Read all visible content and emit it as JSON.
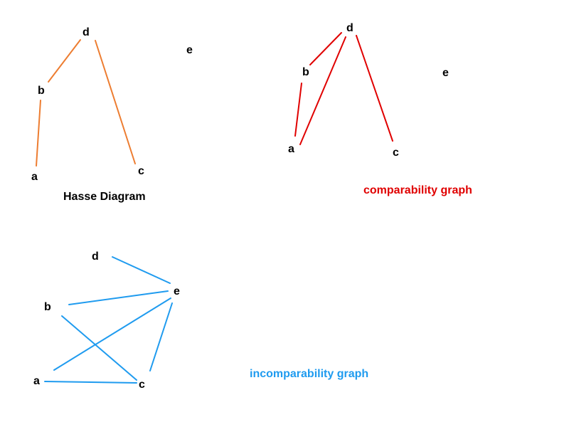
{
  "colors": {
    "hasse": "#ED7D31",
    "comparability": "#E00000",
    "incomparability": "#1F9BEF",
    "text": "#000000"
  },
  "hasse": {
    "title": "Hasse Diagram",
    "nodes": {
      "a": "a",
      "b": "b",
      "c": "c",
      "d": "d",
      "e": "e"
    },
    "edges": [
      [
        "a",
        "b"
      ],
      [
        "b",
        "d"
      ],
      [
        "d",
        "c"
      ]
    ]
  },
  "comparability": {
    "title": "comparability graph",
    "nodes": {
      "a": "a",
      "b": "b",
      "c": "c",
      "d": "d",
      "e": "e"
    },
    "edges": [
      [
        "a",
        "b"
      ],
      [
        "b",
        "d"
      ],
      [
        "a",
        "d"
      ],
      [
        "d",
        "c"
      ]
    ]
  },
  "incomparability": {
    "title": "incomparability graph",
    "nodes": {
      "a": "a",
      "b": "b",
      "c": "c",
      "d": "d",
      "e": "e"
    },
    "edges": [
      [
        "d",
        "e"
      ],
      [
        "b",
        "e"
      ],
      [
        "a",
        "e"
      ],
      [
        "c",
        "e"
      ],
      [
        "b",
        "c"
      ],
      [
        "a",
        "c"
      ]
    ]
  }
}
